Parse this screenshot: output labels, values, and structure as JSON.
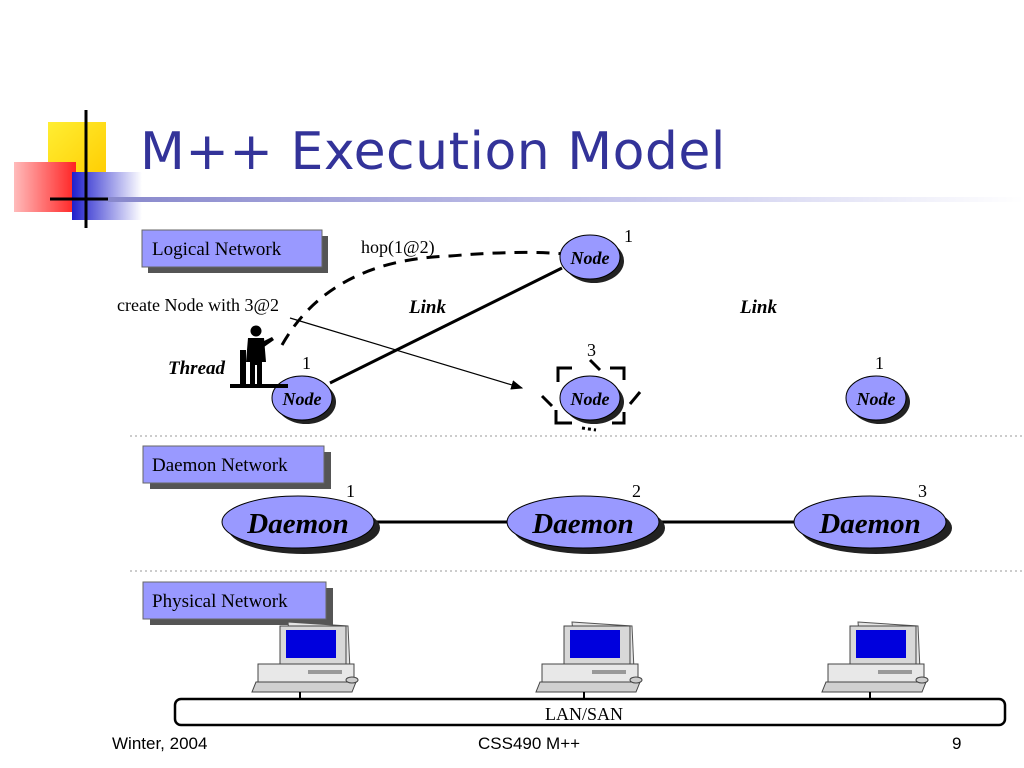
{
  "slide": {
    "title": "M++ Execution Model",
    "footer": {
      "left": "Winter, 2004",
      "center": "CSS490 M++",
      "page": "9"
    }
  },
  "diagram": {
    "sections": {
      "logical": "Logical Network",
      "daemon": "Daemon Network",
      "physical": "Physical Network"
    },
    "logical_nodes": [
      {
        "label": "Node",
        "id": "1",
        "role": "thread-host"
      },
      {
        "label": "Node",
        "id": "1",
        "role": "hop-destination"
      },
      {
        "label": "Node",
        "id": "3",
        "role": "being-created"
      },
      {
        "label": "Node",
        "id": "1",
        "role": "right"
      }
    ],
    "daemons": [
      {
        "label": "Daemon",
        "id": "1"
      },
      {
        "label": "Daemon",
        "id": "2"
      },
      {
        "label": "Daemon",
        "id": "3"
      }
    ],
    "annotations": {
      "hop": "hop(1@2)",
      "create": "create Node with 3@2",
      "thread": "Thread",
      "link_left": "Link",
      "link_right": "Link"
    },
    "lan_label": "LAN/SAN",
    "computers": [
      "computer-icon",
      "computer-icon",
      "computer-icon"
    ],
    "colors": {
      "title": "#333399",
      "node_fill": "#9999ff",
      "label_box": "#9999ff"
    }
  }
}
